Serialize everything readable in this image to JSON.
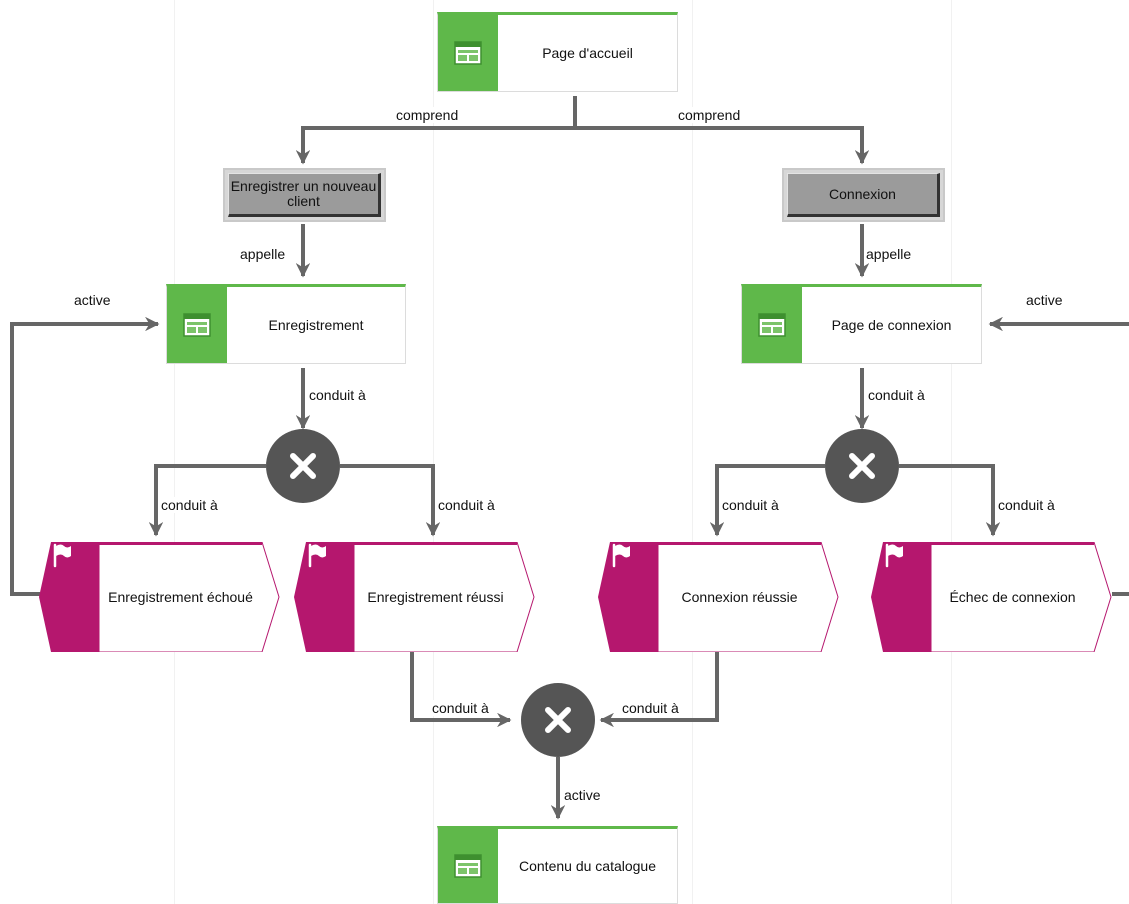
{
  "nodes": {
    "page_accueil": "Page d'accueil",
    "btn_enregistrer": "Enregistrer un nouveau client",
    "btn_connexion": "Connexion",
    "page_enregistrement": "Enregistrement",
    "page_connexion": "Page de connexion",
    "evt_enr_echoue": "Enregistrement échoué",
    "evt_enr_reussi": "Enregistrement réussi",
    "evt_conn_reussie": "Connexion réussie",
    "evt_conn_echec": "Échec de connexion",
    "page_catalogue": "Contenu du catalogue"
  },
  "edge_labels": {
    "comprend": "comprend",
    "appelle": "appelle",
    "active": "active",
    "conduit_a": "conduit à"
  },
  "colors": {
    "page": "#5fb84a",
    "event": "#b5176e",
    "gateway": "#555555",
    "connector": "#666666",
    "button": "#9b9b9b"
  },
  "icons": {
    "page": "web-page-icon",
    "event": "flag-icon",
    "gateway": "xor-close-icon"
  }
}
